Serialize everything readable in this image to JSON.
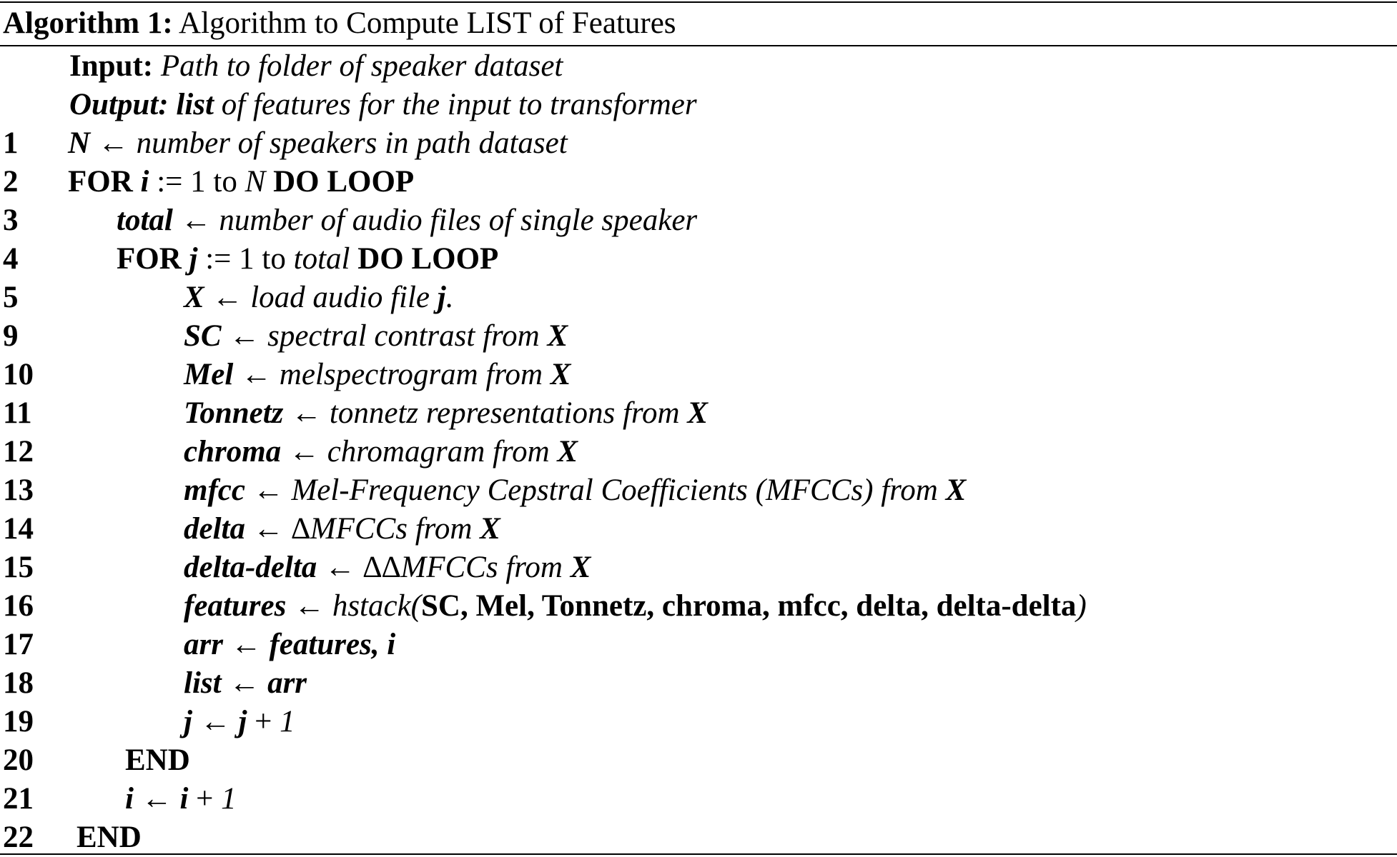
{
  "caption": {
    "label": "Algorithm 1:",
    "title": "Algorithm to Compute LIST of Features"
  },
  "io": {
    "input_label": "Input:",
    "input_text": "Path to folder of speaker dataset",
    "output_label": "Output:",
    "output_var": "list",
    "output_text": "of features for the input to transformer"
  },
  "lines": [
    {
      "num": "1",
      "indent": 95,
      "segments": [
        {
          "t": "N",
          "s": "bi"
        },
        {
          "t": " ← ",
          "s": "r"
        },
        {
          "t": "number of speakers in path dataset",
          "s": "i"
        }
      ]
    },
    {
      "num": "2",
      "indent": 95,
      "segments": [
        {
          "t": "FOR ",
          "s": "b"
        },
        {
          "t": "i",
          "s": "bi"
        },
        {
          "t": " := 1 to ",
          "s": "r"
        },
        {
          "t": "N",
          "s": "i"
        },
        {
          "t": " DO LOOP",
          "s": "b"
        }
      ]
    },
    {
      "num": "3",
      "indent": 163,
      "segments": [
        {
          "t": "total",
          "s": "bi"
        },
        {
          "t": " ← ",
          "s": "r"
        },
        {
          "t": "number of audio files of single speaker",
          "s": "i"
        }
      ]
    },
    {
      "num": "4",
      "indent": 163,
      "segments": [
        {
          "t": "FOR ",
          "s": "b"
        },
        {
          "t": "j",
          "s": "bi"
        },
        {
          "t": " := 1 to ",
          "s": "r"
        },
        {
          "t": "total",
          "s": "i"
        },
        {
          "t": " DO LOOP",
          "s": "b"
        }
      ]
    },
    {
      "num": "5",
      "indent": 257,
      "segments": [
        {
          "t": "X",
          "s": "bi"
        },
        {
          "t": " ← ",
          "s": "r"
        },
        {
          "t": "load audio file ",
          "s": "i"
        },
        {
          "t": "j",
          "s": "bi"
        },
        {
          "t": ".",
          "s": "i"
        }
      ]
    },
    {
      "num": "9",
      "indent": 257,
      "segments": [
        {
          "t": "SC",
          "s": "bi"
        },
        {
          "t": " ← ",
          "s": "r"
        },
        {
          "t": "spectral contrast from ",
          "s": "i"
        },
        {
          "t": "X",
          "s": "bi"
        }
      ]
    },
    {
      "num": "10",
      "indent": 257,
      "segments": [
        {
          "t": "Mel",
          "s": "bi"
        },
        {
          "t": " ← ",
          "s": "r"
        },
        {
          "t": "melspectrogram from ",
          "s": "i"
        },
        {
          "t": "X",
          "s": "bi"
        }
      ]
    },
    {
      "num": "11",
      "indent": 257,
      "segments": [
        {
          "t": "Tonnetz",
          "s": "bi"
        },
        {
          "t": " ← ",
          "s": "r"
        },
        {
          "t": "tonnetz representations from ",
          "s": "i"
        },
        {
          "t": "X",
          "s": "bi"
        }
      ]
    },
    {
      "num": "12",
      "indent": 257,
      "segments": [
        {
          "t": "chroma",
          "s": "bi"
        },
        {
          "t": " ← ",
          "s": "r"
        },
        {
          "t": "chromagram from ",
          "s": "i"
        },
        {
          "t": "X",
          "s": "bi"
        }
      ]
    },
    {
      "num": "13",
      "indent": 257,
      "segments": [
        {
          "t": "mfcc",
          "s": "bi"
        },
        {
          "t": " ← ",
          "s": "r"
        },
        {
          "t": "Mel-Frequency Cepstral Coefficients (MFCCs) from ",
          "s": "i"
        },
        {
          "t": "X",
          "s": "bi"
        }
      ]
    },
    {
      "num": "14",
      "indent": 257,
      "segments": [
        {
          "t": "delta",
          "s": "bi"
        },
        {
          "t": " ← ",
          "s": "r"
        },
        {
          "t": "∆",
          "s": "r"
        },
        {
          "t": "MFCCs from ",
          "s": "i"
        },
        {
          "t": "X",
          "s": "bi"
        }
      ]
    },
    {
      "num": "15",
      "indent": 257,
      "segments": [
        {
          "t": "delta-delta",
          "s": "bi"
        },
        {
          "t": " ← ",
          "s": "r"
        },
        {
          "t": "∆∆",
          "s": "r"
        },
        {
          "t": "MFCCs from ",
          "s": "i"
        },
        {
          "t": "X",
          "s": "bi"
        }
      ]
    },
    {
      "num": "16",
      "indent": 257,
      "segments": [
        {
          "t": "features",
          "s": "bi"
        },
        {
          "t": " ← ",
          "s": "r"
        },
        {
          "t": "hstack(",
          "s": "i"
        },
        {
          "t": "SC, Mel, Tonnetz, chroma, mfcc, delta, delta-delta",
          "s": "b"
        },
        {
          "t": ")",
          "s": "i"
        }
      ]
    },
    {
      "num": "17",
      "indent": 257,
      "segments": [
        {
          "t": "arr",
          "s": "bi"
        },
        {
          "t": " ← ",
          "s": "r"
        },
        {
          "t": "features, i",
          "s": "bi"
        }
      ]
    },
    {
      "num": "18",
      "indent": 257,
      "segments": [
        {
          "t": "list",
          "s": "bi"
        },
        {
          "t": " ← ",
          "s": "r"
        },
        {
          "t": "arr",
          "s": "bi"
        }
      ]
    },
    {
      "num": "19",
      "indent": 257,
      "segments": [
        {
          "t": "j",
          "s": "bi"
        },
        {
          "t": " ← ",
          "s": "r"
        },
        {
          "t": "j",
          "s": "bi"
        },
        {
          "t": " + ",
          "s": "r"
        },
        {
          "t": "1",
          "s": "i"
        }
      ]
    },
    {
      "num": "20",
      "indent": 175,
      "segments": [
        {
          "t": "END",
          "s": "b"
        }
      ]
    },
    {
      "num": "21",
      "indent": 175,
      "segments": [
        {
          "t": "i",
          "s": "bi"
        },
        {
          "t": " ← ",
          "s": "r"
        },
        {
          "t": "i",
          "s": "bi"
        },
        {
          "t": " + ",
          "s": "r"
        },
        {
          "t": "1",
          "s": "i"
        }
      ]
    },
    {
      "num": "22",
      "indent": 107,
      "segments": [
        {
          "t": "END",
          "s": "b"
        }
      ]
    }
  ]
}
